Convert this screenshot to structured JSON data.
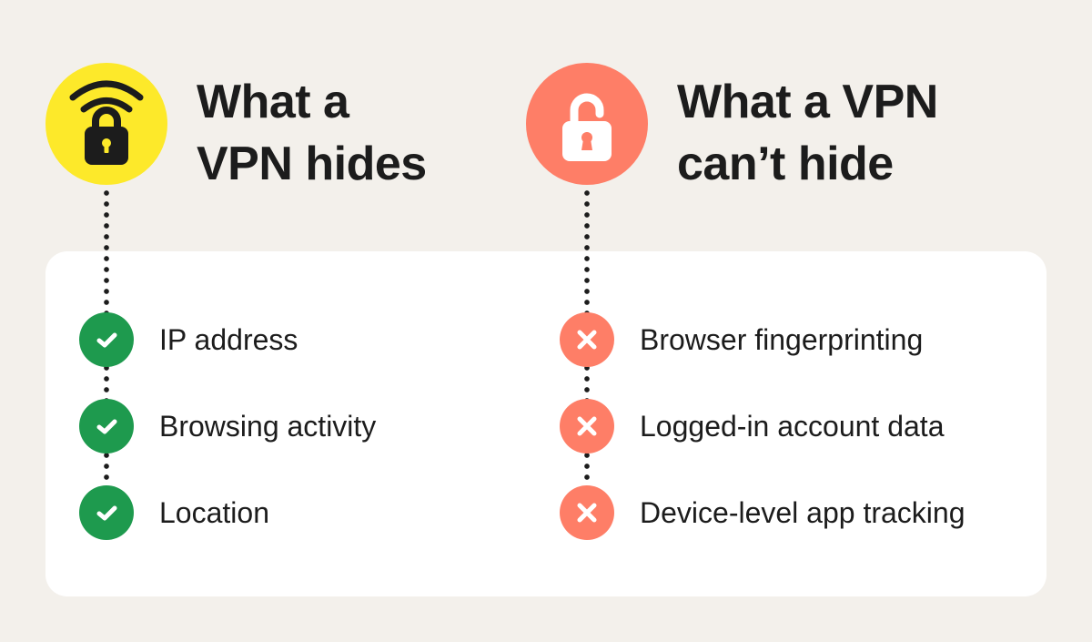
{
  "colors": {
    "background": "#f3f0eb",
    "card": "#ffffff",
    "yellow": "#fde92a",
    "coral": "#fe7e67",
    "green": "#1e9a4e",
    "text": "#1c1c1c"
  },
  "left": {
    "icon": "wifi-lock-icon",
    "title_line1": "What a",
    "title_line2": "VPN hides",
    "items": [
      {
        "label": "IP address",
        "icon": "check-icon"
      },
      {
        "label": "Browsing activity",
        "icon": "check-icon"
      },
      {
        "label": "Location",
        "icon": "check-icon"
      }
    ]
  },
  "right": {
    "icon": "unlocked-padlock-icon",
    "title_line1": "What a VPN",
    "title_line2": "can’t hide",
    "items": [
      {
        "label": "Browser fingerprinting",
        "icon": "x-icon"
      },
      {
        "label": "Logged-in account data",
        "icon": "x-icon"
      },
      {
        "label": "Device-level app tracking",
        "icon": "x-icon"
      }
    ]
  }
}
